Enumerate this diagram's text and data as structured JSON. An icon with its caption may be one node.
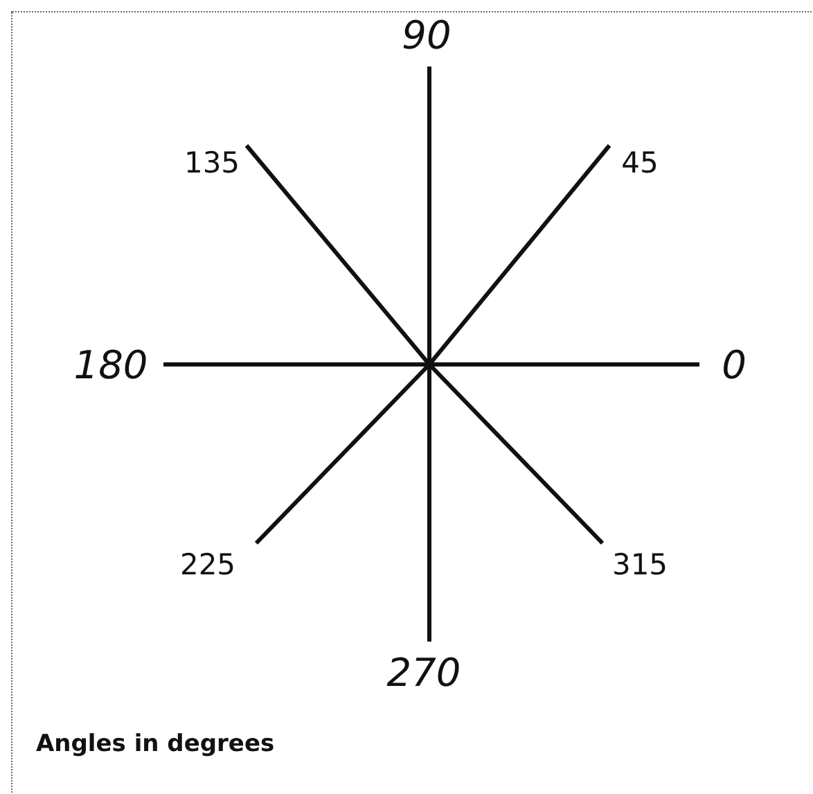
{
  "diagram": {
    "caption": "Angles in degrees",
    "labels": [
      "90",
      "135",
      "45",
      "180",
      "0",
      "225",
      "315",
      "270"
    ]
  }
}
